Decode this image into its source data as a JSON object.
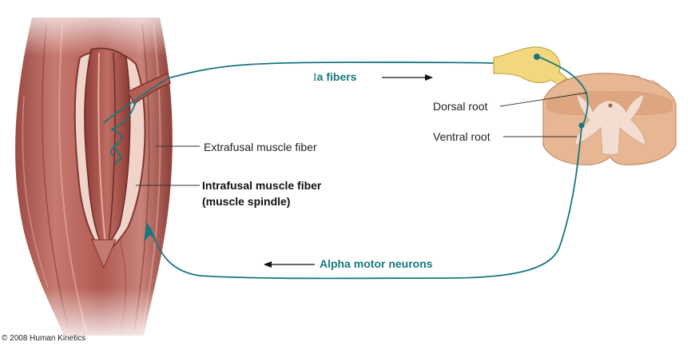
{
  "labels": {
    "ia_fibers_prefix": "I",
    "ia_fibers_suffix": "a fibers",
    "dorsal_root": "Dorsal root",
    "ventral_root": "Ventral root",
    "extrafusal": "Extrafusal muscle fiber",
    "intrafusal_line1": "Intrafusal muscle fiber",
    "intrafusal_line2": "(muscle spindle)",
    "alpha_motor": "Alpha motor neurons"
  },
  "copyright": "© 2008 Human Kinetics",
  "colors": {
    "pathway": "#16777c",
    "muscle": "#b8625a",
    "muscle_dark": "#7f3530",
    "ganglion": "#f2d77e",
    "spinal_cord": "#e7b692",
    "grey_matter": "#f3ddd0"
  }
}
